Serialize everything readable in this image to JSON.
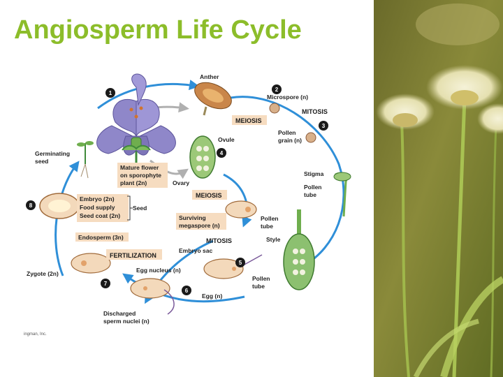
{
  "slide": {
    "title": "Angiosperm Life Cycle",
    "credit": "ingman, Inc."
  },
  "diagram": {
    "steps": [
      "1",
      "2",
      "3",
      "4",
      "5",
      "6",
      "7",
      "8"
    ],
    "stages": {
      "meiosis_top": "MEIOSIS",
      "mitosis_top": "MITOSIS",
      "meiosis_mid": "MEIOSIS",
      "mitosis_mid": "MITOSIS",
      "fertilization": "FERTILIZATION"
    },
    "labels": {
      "anther": "Anther",
      "microspore": "Microspore (n)",
      "pollen_grain_1": "Pollen",
      "pollen_grain_2": "grain (n)",
      "ovule": "Ovule",
      "stigma": "Stigma",
      "pollen_tube_a1": "Pollen",
      "pollen_tube_a2": "tube",
      "germinating_1": "Germinating",
      "germinating_2": "seed",
      "mature_1": "Mature flower",
      "mature_2": "on sporophyte",
      "mature_3": "plant (2n)",
      "ovary": "Ovary",
      "embryo": "Embryo (2n)",
      "food_supply": "Food supply",
      "seed_coat": "Seed coat (2n)",
      "seed": "Seed",
      "surviving_1": "Surviving",
      "surviving_2": "megaspore (n)",
      "pollen_tube_b1": "Pollen",
      "pollen_tube_b2": "tube",
      "style": "Style",
      "endosperm": "Endosperm (3n)",
      "embryo_sac": "Embryo sac",
      "egg_nucleus": "Egg nucleus (n)",
      "zygote": "Zygote (2n)",
      "pollen_tube_c1": "Pollen",
      "pollen_tube_c2": "tube",
      "egg": "Egg (n)",
      "discharged_1": "Discharged",
      "discharged_2": "sperm nuclei (n)"
    }
  },
  "colors": {
    "title": "#8cbd2a",
    "cycle_arrow": "#2f8fd8",
    "step_badge": "#1a1a1a",
    "label_box": "#f6dcc0",
    "petal": "#8f87c9"
  }
}
